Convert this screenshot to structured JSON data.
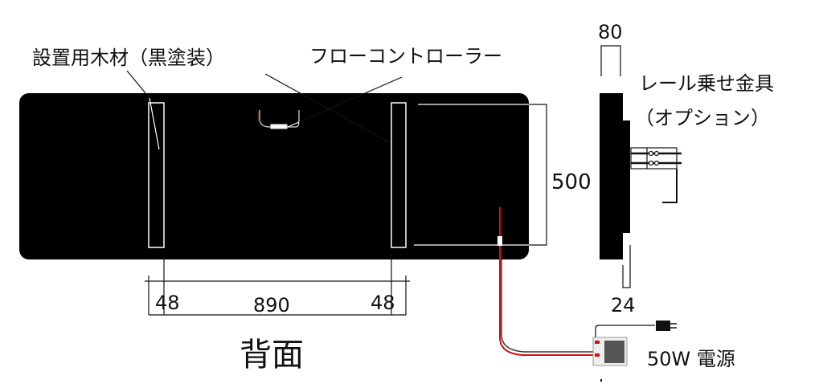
{
  "labels": {
    "batten": "設置用木材（黒塗装）",
    "controller": "フローコントローラー",
    "bracket_line1": "レール乗せ金具",
    "bracket_line2": "（オプション）",
    "view_title": "背面",
    "power": "50W 電源"
  },
  "dimensions": {
    "height": "500",
    "left_offset": "48",
    "span": "890",
    "right_offset": "48",
    "depth": "80",
    "step": "24"
  },
  "colors": {
    "panel": "#000000",
    "cable_red": "#d01010",
    "line": "#111111"
  }
}
